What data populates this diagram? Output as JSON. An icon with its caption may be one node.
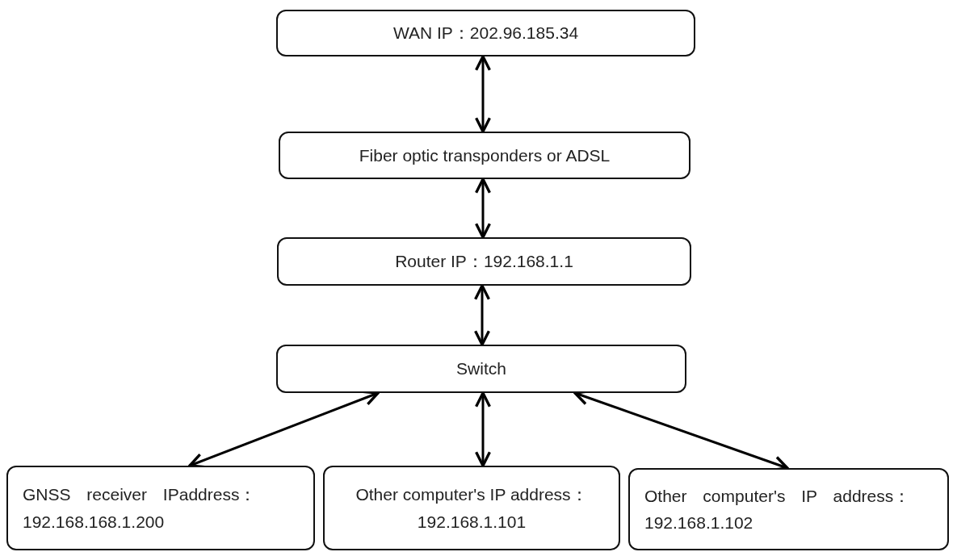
{
  "diagram": {
    "nodes": [
      {
        "text": [
          "WAN IP：202.96.185.34"
        ]
      },
      {
        "text": [
          "Fiber optic transponders or ADSL"
        ]
      },
      {
        "text": [
          "Router IP：192.168.1.1"
        ]
      },
      {
        "text": [
          "Switch"
        ]
      },
      {
        "text": [
          "GNSS receiver IPaddress：",
          "192.168.168.1.200"
        ]
      },
      {
        "text": [
          "Other computer's IP address：",
          "192.168.1.101"
        ]
      },
      {
        "text": [
          "Other computer's IP address：",
          "192.168.1.102"
        ]
      }
    ],
    "edges": [
      {
        "from": 0,
        "to": 1,
        "arrow": "both"
      },
      {
        "from": 1,
        "to": 2,
        "arrow": "both"
      },
      {
        "from": 2,
        "to": 3,
        "arrow": "both"
      },
      {
        "from": 3,
        "to": 4,
        "arrow": "both"
      },
      {
        "from": 3,
        "to": 5,
        "arrow": "both"
      },
      {
        "from": 3,
        "to": 6,
        "arrow": "both"
      }
    ]
  }
}
